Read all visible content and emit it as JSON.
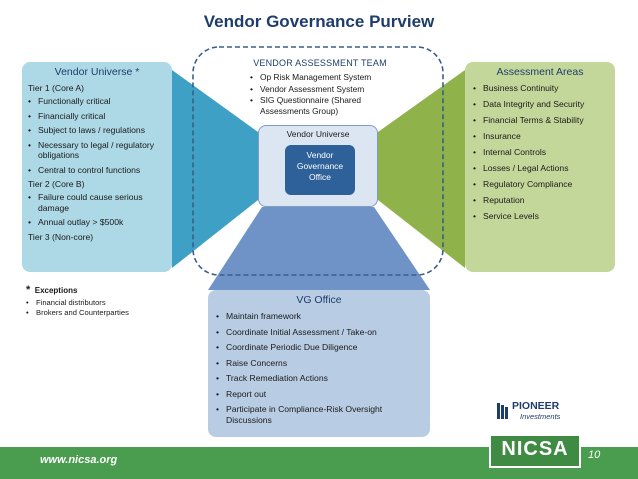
{
  "title": "Vendor Governance Purview",
  "left": {
    "title": "Vendor Universe *",
    "tier1": "Tier 1 (Core A)",
    "tier1_items": [
      "Functionally critical",
      "Financially critical",
      "Subject to laws / regulations",
      "Necessary to legal / regulatory obligations",
      "Central to control functions"
    ],
    "tier2": "Tier 2 (Core B)",
    "tier2_items": [
      "Failure could cause serious damage",
      "Annual outlay > $500k"
    ],
    "tier3": "Tier 3 (Non-core)"
  },
  "exceptions": {
    "star": "*",
    "title": "Exceptions",
    "items": [
      "Financial distributors",
      "Brokers and Counterparties"
    ]
  },
  "team": {
    "title": "VENDOR ASSESSMENT TEAM",
    "items": [
      "Op Risk Management System",
      "Vendor Assessment System",
      "SIG Questionnaire (Shared Assessments Group)"
    ]
  },
  "center": {
    "vendor_universe": "Vendor Universe",
    "vgo_line1": "Vendor",
    "vgo_line2": "Governance",
    "vgo_line3": "Office"
  },
  "right": {
    "title": "Assessment Areas",
    "items": [
      "Business Continuity",
      "Data Integrity and Security",
      "Financial Terms & Stability",
      "Insurance",
      "Internal Controls",
      "Losses / Legal Actions",
      "Regulatory Compliance",
      "Reputation",
      "Service Levels"
    ]
  },
  "bottom": {
    "title": "VG Office",
    "items": [
      "Maintain framework",
      "Coordinate Initial Assessment / Take-on",
      "Coordinate Periodic Due Diligence",
      "Raise Concerns",
      "Track Remediation Actions",
      "Report out",
      "Participate in Compliance-Risk Oversight Discussions"
    ]
  },
  "footer": {
    "url": "www.nicsa.org",
    "nicsa": "NICSA",
    "page": "10",
    "pioneer_name": "PIONEER",
    "pioneer_sub": "Investments"
  },
  "colors": {
    "title": "#1f3d6b",
    "left_box": "#add8e6",
    "right_box": "#c4d79b",
    "bottom_box": "#b8cce4",
    "vgo": "#2e6099",
    "footer": "#4a9c4e",
    "dashed": "#3a5e8c"
  }
}
